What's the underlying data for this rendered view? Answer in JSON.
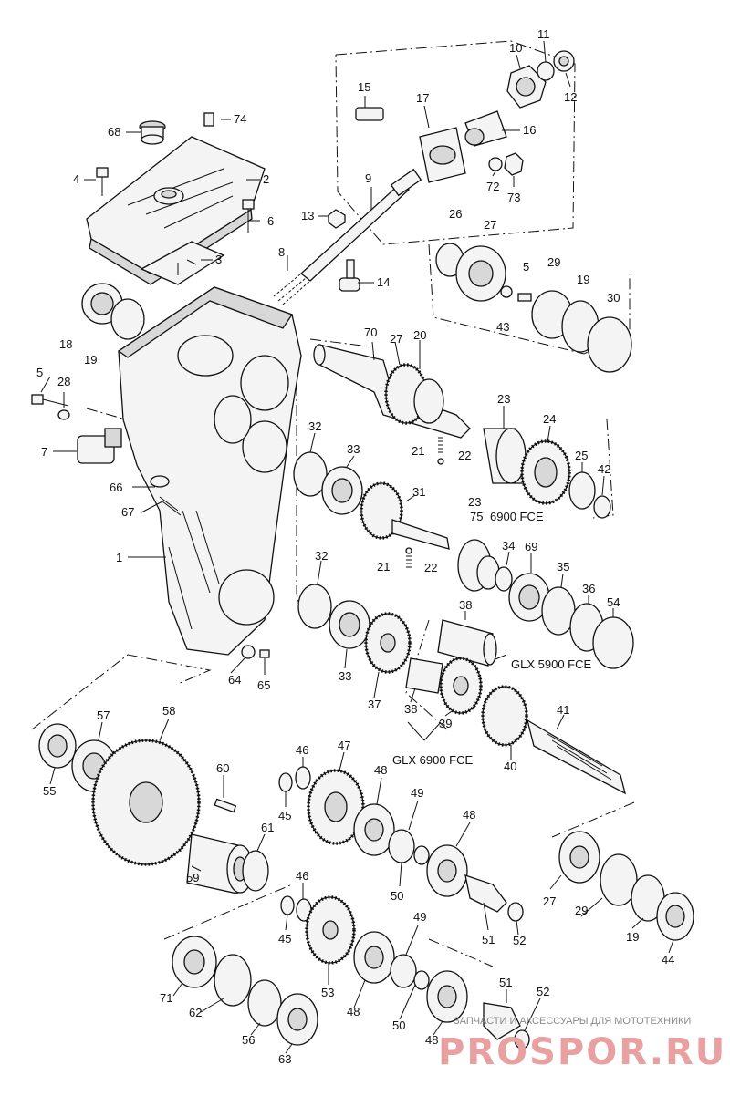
{
  "diagram": {
    "part_numbers": {
      "p1": "1",
      "p2": "2",
      "p3": "3",
      "p4": "4",
      "p5a": "5",
      "p5b": "5",
      "p6": "6",
      "p7": "7",
      "p8": "8",
      "p9": "9",
      "p10": "10",
      "p11": "11",
      "p12": "12",
      "p13": "13",
      "p14": "14",
      "p15": "15",
      "p16": "16",
      "p17": "17",
      "p18": "18",
      "p19a": "19",
      "p19b": "19",
      "p19c": "19",
      "p20": "20",
      "p21a": "21",
      "p21b": "21",
      "p22a": "22",
      "p22b": "22",
      "p23a": "23",
      "p23b": "23",
      "p24": "24",
      "p25": "25",
      "p26": "26",
      "p27a": "27",
      "p27b": "27",
      "p27c": "27",
      "p28": "28",
      "p29a": "29",
      "p29b": "29",
      "p30": "30",
      "p31": "31",
      "p32a": "32",
      "p32b": "32",
      "p33a": "33",
      "p33b": "33",
      "p34": "34",
      "p35": "35",
      "p36": "36",
      "p37": "37",
      "p38a": "38",
      "p38b": "38",
      "p39": "39",
      "p40": "40",
      "p41": "41",
      "p42": "42",
      "p43": "43",
      "p44": "44",
      "p45a": "45",
      "p45b": "45",
      "p46a": "46",
      "p46b": "46",
      "p47": "47",
      "p48a": "48",
      "p48b": "48",
      "p48c": "48",
      "p48d": "48",
      "p49a": "49",
      "p49b": "49",
      "p50a": "50",
      "p50b": "50",
      "p51a": "51",
      "p51b": "51",
      "p52a": "52",
      "p52b": "52",
      "p53": "53",
      "p54": "54",
      "p55": "55",
      "p56": "56",
      "p57": "57",
      "p58": "58",
      "p59": "59",
      "p60": "60",
      "p61": "61",
      "p62": "62",
      "p63": "63",
      "p64": "64",
      "p65": "65",
      "p66": "66",
      "p67": "67",
      "p68": "68",
      "p69": "69",
      "p70": "70",
      "p71": "71",
      "p72": "72",
      "p73": "73",
      "p74": "74",
      "p75": "75"
    },
    "notes": {
      "fce_6900": "6900 FCE",
      "glx_5900": "GLX 5900 FCE",
      "glx_6900": "GLX 6900 FCE"
    },
    "watermark": {
      "tagline": "ЗАПЧАСТИ И АКСЕССУАРЫ ДЛЯ МОТОТЕХНИКИ",
      "brand": "PROSPOR.RU"
    }
  }
}
